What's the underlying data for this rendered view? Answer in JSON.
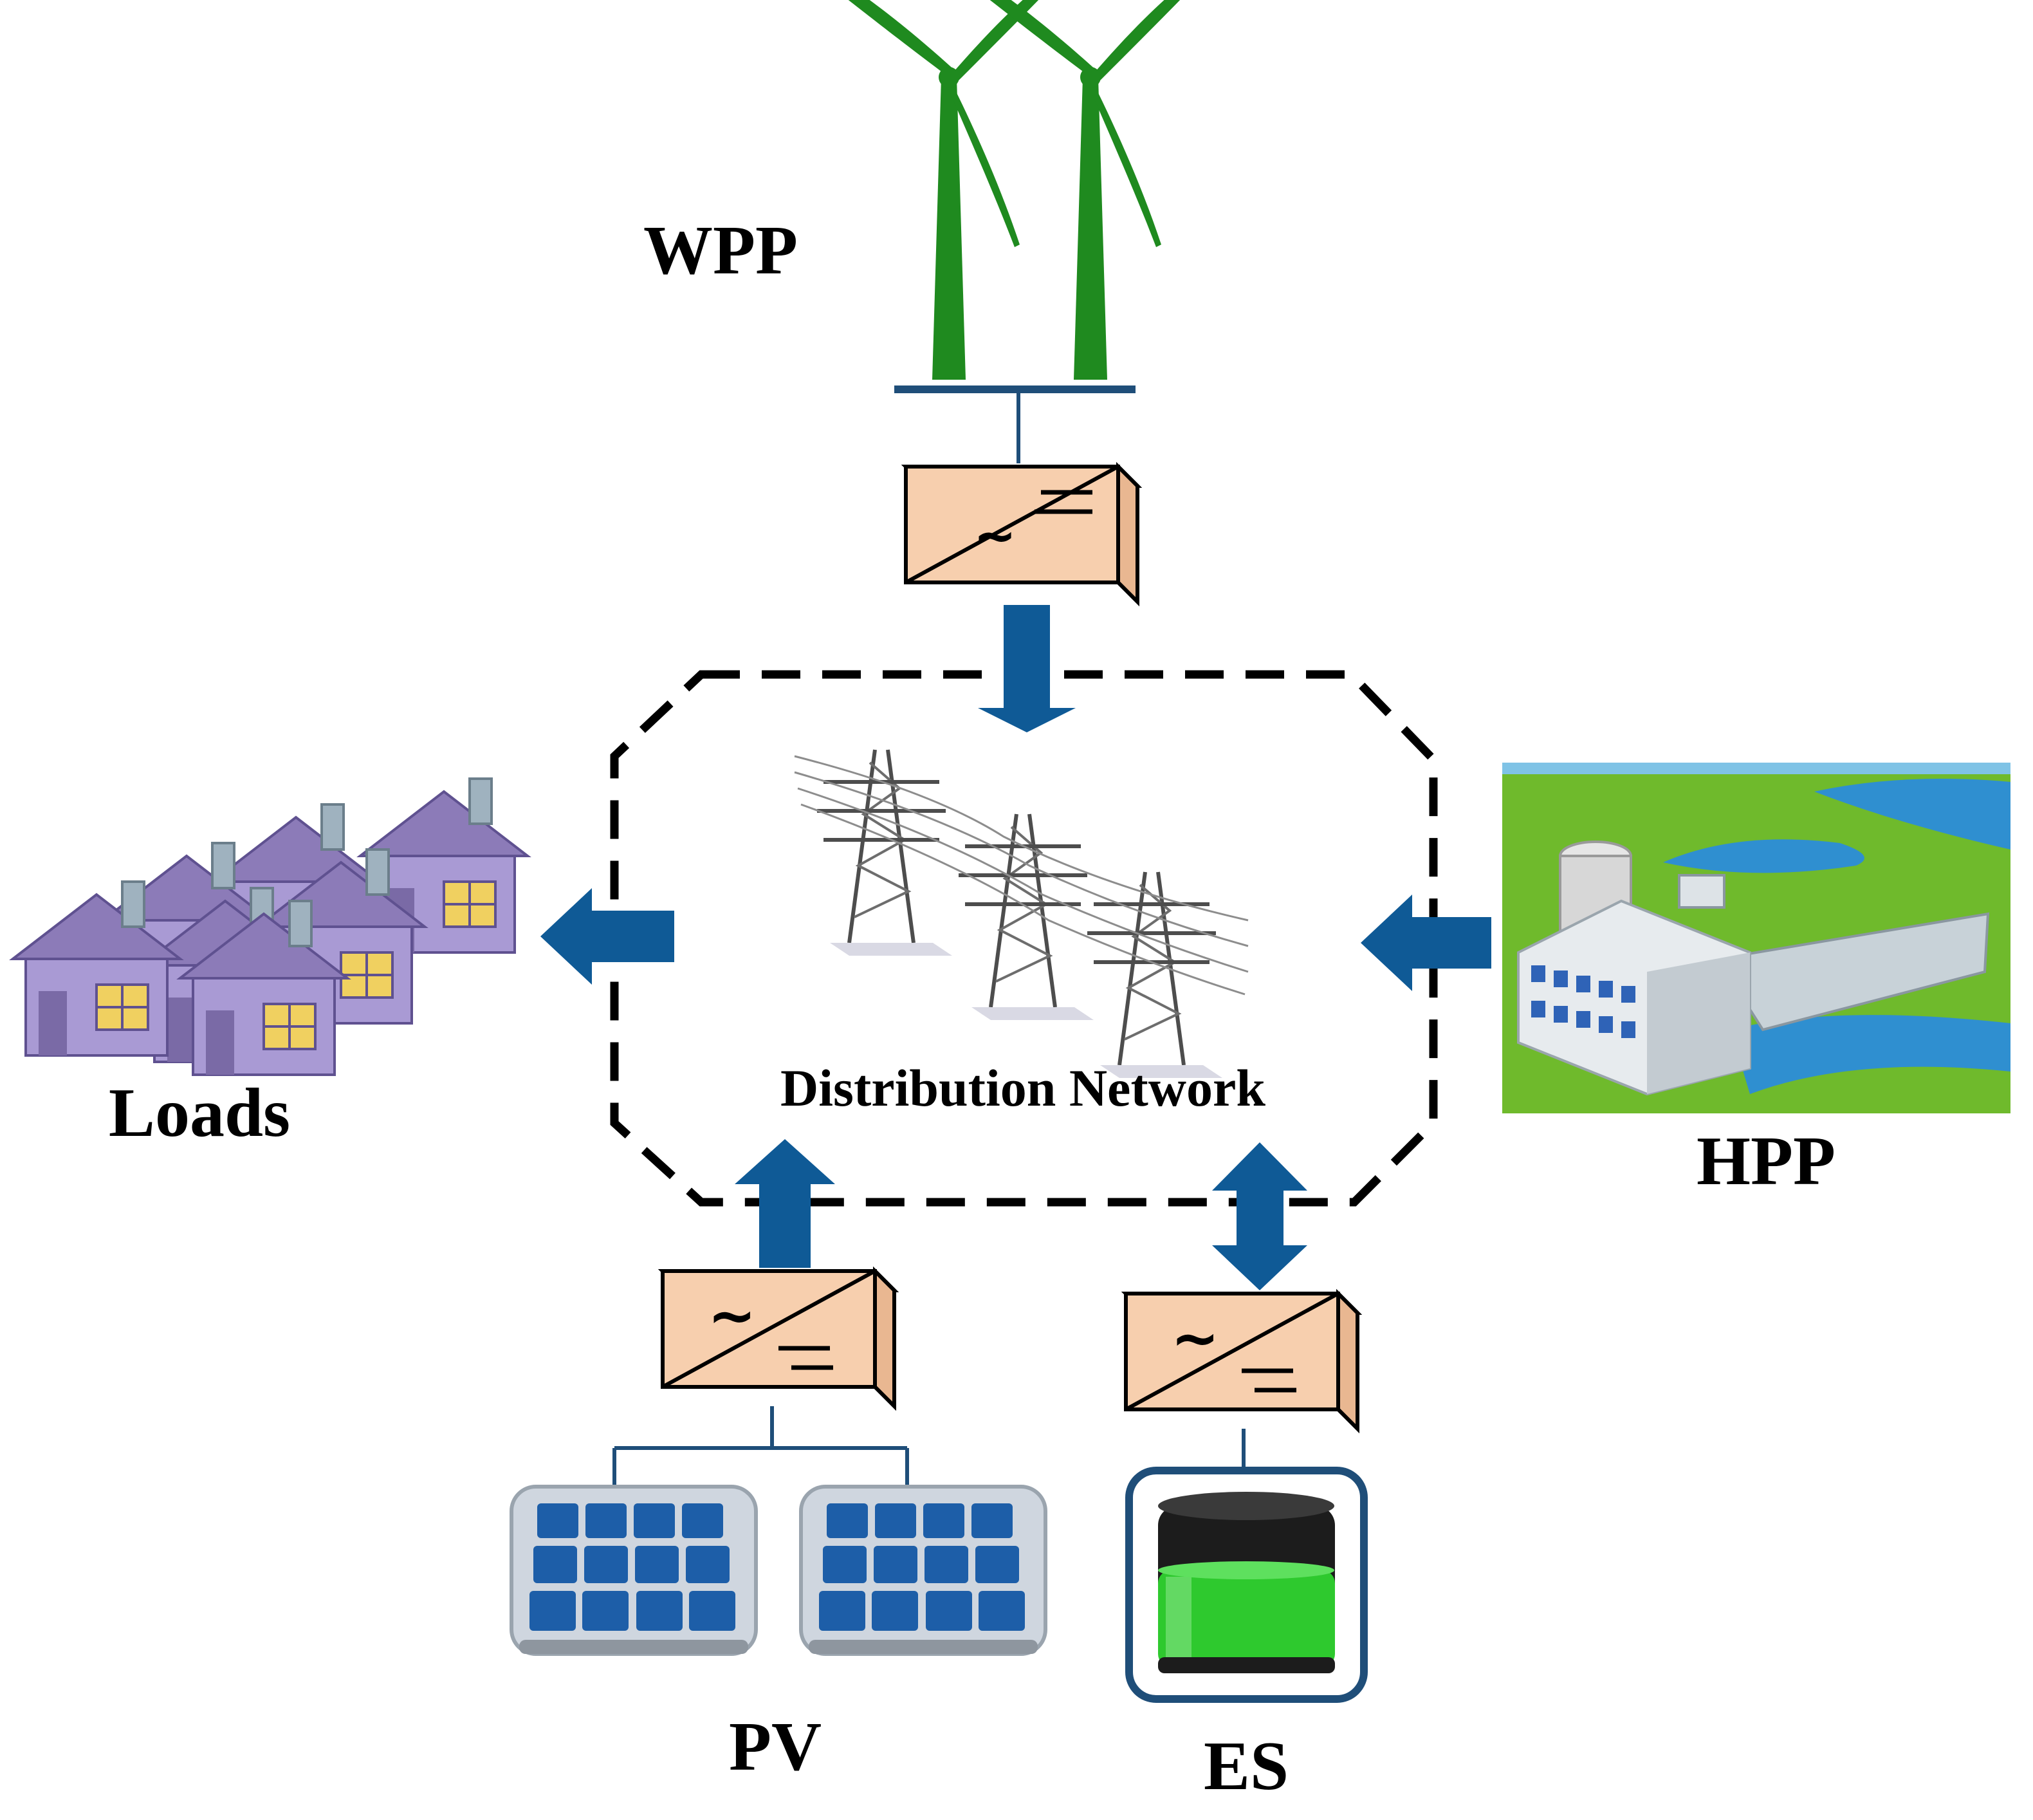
{
  "labels": {
    "wpp": "WPP",
    "hpp": "HPP",
    "loads": "Loads",
    "pv": "PV",
    "es": "ES",
    "network": "Distribution Network"
  },
  "flows": [
    {
      "from": "WPP converter",
      "to": "Distribution Network",
      "direction": "one-way"
    },
    {
      "from": "HPP",
      "to": "Distribution Network",
      "direction": "one-way"
    },
    {
      "from": "Distribution Network",
      "to": "Loads",
      "direction": "one-way"
    },
    {
      "from": "PV converter",
      "to": "Distribution Network",
      "direction": "one-way"
    },
    {
      "from": "ES converter",
      "to": "Distribution Network",
      "direction": "two-way"
    }
  ],
  "colors": {
    "arrow": "#0f5a96",
    "line": "#1f4e79",
    "converter": "#f7cfae",
    "turbine": "#1f8a1f",
    "battery": "#2ec92e",
    "field": "#6fba2c",
    "water": "#2f8fd0",
    "house": "#9f90c8",
    "panel": "#1d5ea8"
  }
}
